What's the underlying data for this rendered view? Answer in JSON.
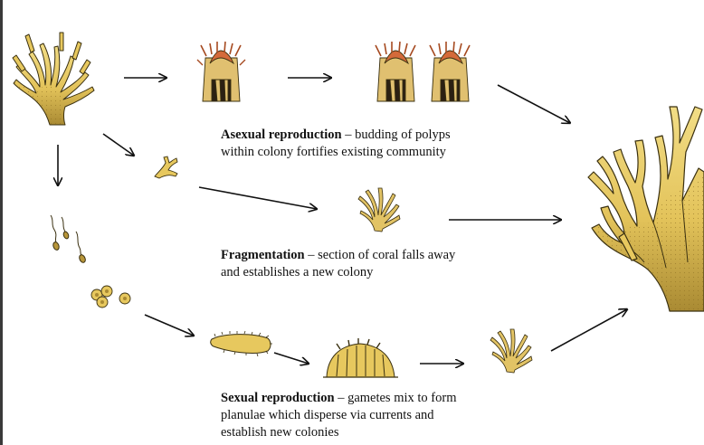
{
  "colors": {
    "coral_fill": "#e7c85e",
    "coral_dark": "#b8963a",
    "coral_outline": "#3a3010",
    "polyp_tentacle": "#d46a3a",
    "polyp_body": "#e0c070",
    "arrow": "#111111"
  },
  "captions": {
    "asexual": {
      "term": "Asexual reproduction",
      "text_line1": " – budding of polyps",
      "text_line2": "within colony fortifies existing community"
    },
    "fragmentation": {
      "term": "Fragmentation",
      "text_line1": " – section of coral falls away",
      "text_line2": "and establishes a new colony"
    },
    "sexual": {
      "term": "Sexual reproduction",
      "text_line1": " – gametes mix to form",
      "text_line2": "planulae which disperse via currents and",
      "text_line3": "establish new colonies"
    }
  },
  "icons": [
    "parent-coral-colony-icon",
    "polyp-icon",
    "budding-polyps-icon",
    "fragment-icon",
    "small-colony-icon",
    "sperm-icon",
    "gamete-eggs-icon",
    "planula-larva-icon",
    "settled-polyp-icon",
    "juvenile-colony-icon",
    "mature-coral-colony-icon"
  ]
}
